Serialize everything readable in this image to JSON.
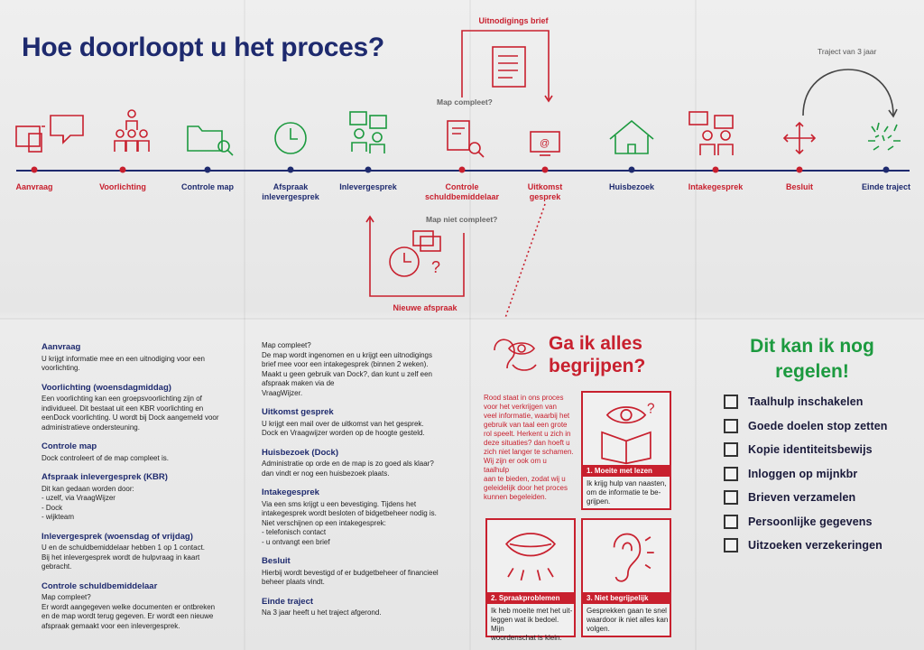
{
  "title": "Hoe doorloopt u het proces?",
  "colors": {
    "navy": "#1e2a6e",
    "red": "#c8202e",
    "green": "#1c9a3f"
  },
  "timeline": {
    "steps": [
      {
        "label": "Aanvraag",
        "color": "red",
        "icon": "devices-chat-icon"
      },
      {
        "label": "Voorlichting",
        "color": "red",
        "icon": "group-presentation-icon"
      },
      {
        "label": "Controle map",
        "color": "navy",
        "icon": "folder-search-icon"
      },
      {
        "label": "Afspraak\ninlevergesprek",
        "color": "navy",
        "icon": "clock-icon"
      },
      {
        "label": "Inlevergesprek",
        "color": "navy",
        "icon": "conversation-icon"
      },
      {
        "label": "Controle\nschuldbemiddelaar",
        "color": "red",
        "icon": "document-search-icon"
      },
      {
        "label": "Uitkomst\ngesprek",
        "color": "red",
        "icon": "email-screen-icon"
      },
      {
        "label": "Huisbezoek",
        "color": "navy",
        "icon": "house-icon"
      },
      {
        "label": "Intakegesprek",
        "color": "red",
        "icon": "meeting-icon"
      },
      {
        "label": "Besluit",
        "color": "red",
        "icon": "arrows-cross-icon"
      },
      {
        "label": "Einde traject",
        "color": "navy",
        "icon": "celebration-icon"
      }
    ],
    "branch_top_title": "Uitnodigings brief",
    "branch_top_question": "Map compleet?",
    "branch_bottom_question": "Map niet compleet?",
    "branch_bottom_title": "Nieuwe afspraak",
    "arc_label": "Traject van 3 jaar"
  },
  "column1": [
    {
      "title": "Aanvraag",
      "body": "U krijgt informatie mee en een uitnodiging voor een\nvoorlichting."
    },
    {
      "title": "Voorlichting (woensdagmiddag)",
      "body": "Een voorlichting kan een groepsvoorlichting zijn of\nindividueel. Dit bestaat uit een KBR voorlichting en\neenDock voorlichting. U wordt bij Dock aangemeld voor\nadministratieve ondersteuning."
    },
    {
      "title": "Controle map",
      "body": "Dock controleert of de map compleet is."
    },
    {
      "title": "Afspraak inlevergesprek (KBR)",
      "body": "Dit kan gedaan worden door:\n- uzelf, via VraagWijzer\n- Dock\n- wijkteam"
    },
    {
      "title": "Inlevergesprek (woensdag of vrijdag)",
      "body": "U en de schuldbemiddelaar hebben 1 op 1 contact.\nBij het inlevergesprek wordt de hulpvraag in kaart\ngebracht."
    },
    {
      "title": "Controle schuldbemiddelaar",
      "body": "Map compleet?\nEr wordt aangegeven welke documenten er ontbreken\nen de map wordt terug gegeven. Er wordt een nieuwe\nafspraak gemaakt voor een inlevergesprek."
    }
  ],
  "column2": [
    {
      "title": "",
      "body": "Map compleet?\nDe map wordt ingenomen en u krijgt een uitnodigings\nbrief mee voor een intakegesprek (binnen 2 weken).\nMaakt u geen gebruik van Dock?, dan kunt u zelf een\nafspraak maken via de\nVraagWijzer."
    },
    {
      "title": "Uitkomst gesprek",
      "body": "U krijgt een mail over de uitkomst van het gesprek.\nDock en Vraagwijzer worden op de hoogte gesteld."
    },
    {
      "title": "Huisbezoek (Dock)",
      "body": "Administratie op orde en de map is zo goed als klaar?\ndan vindt er nog een huisbezoek plaats."
    },
    {
      "title": "Intakegesprek",
      "body": "Via een sms krijgt u een bevestiging. Tijdens het\nintakegesprek wordt besloten of bidgetbeheer nodig is.\nNiet verschijnen op een intakegesprek:\n- telefonisch contact\n- u ontvangt een brief"
    },
    {
      "title": "Besluit",
      "body": "Hierbij wordt bevestigd of er budgetbeheer of financieel\nbeheer plaats vindt."
    },
    {
      "title": "Einde traject",
      "body": "Na 3 jaar heeft u het traject afgerond."
    }
  ],
  "understand": {
    "heading": "Ga ik alles\nbegrijpen?",
    "intro": "Rood staat in ons proces\nvoor het verkrijgen van\nveel informatie, waarbij het\ngebruik van taal een grote\nrol speelt. Herkent u zich in\ndeze situaties? dan hoeft u\nzich niet langer te schamen.\nWij zijn er ook om u taalhulp\naan te bieden, zodat wij u\ngeleidelijk door het proces\nkunnen begeleiden.",
    "cards": [
      {
        "caption": "1. Moeite met lezen",
        "text": "Ik krijg hulp van naasten,\nom de informatie te be-\ngrijpen.",
        "icon": "reading-eye-icon"
      },
      {
        "caption": "2. Spraakproblemen",
        "text": "Ik heb moeite met het uit-\nleggen wat ik bedoel. Mijn\nwoordenschat is klein.",
        "icon": "mouth-icon"
      },
      {
        "caption": "3. Niet begrijpelijk",
        "text": "Gesprekken gaan te snel\nwaardoor ik niet alles kan\nvolgen.",
        "icon": "ear-icon"
      }
    ]
  },
  "checklist": {
    "heading": "Dit kan ik nog\nregelen!",
    "items": [
      "Taalhulp inschakelen",
      "Goede doelen stop zetten",
      "Kopie identiteitsbewijs",
      "Inloggen op mijnkbr",
      "Brieven verzamelen",
      "Persoonlijke gegevens",
      "Uitzoeken verzekeringen"
    ]
  }
}
